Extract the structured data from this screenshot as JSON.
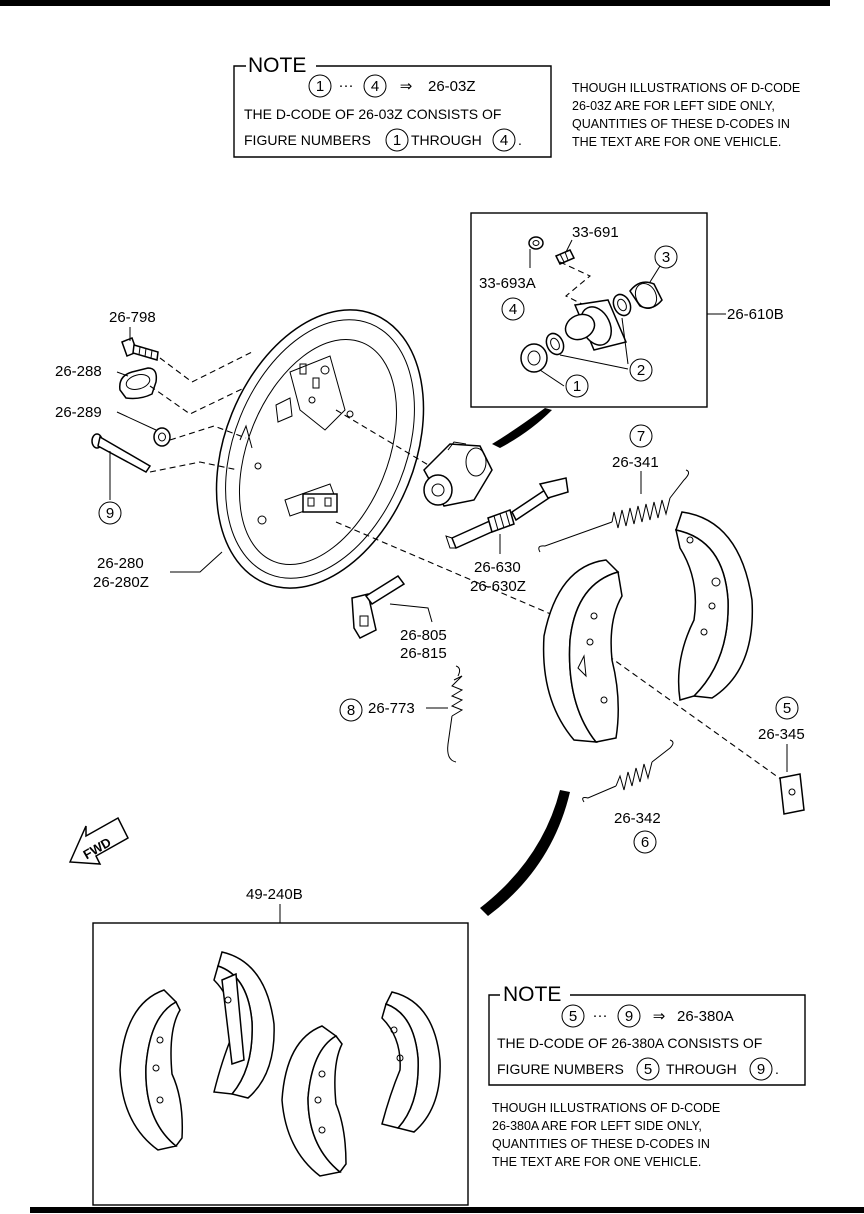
{
  "note_top": {
    "title": "NOTE",
    "range_from": "1",
    "dots": "···",
    "range_to": "4",
    "arrow": "⇒",
    "code": "26-03Z",
    "line2": "THE D-CODE OF  26-03Z  CONSISTS OF",
    "line3_a": "FIGURE NUMBERS",
    "line3_n1": "1",
    "line3_b": "THROUGH",
    "line3_n2": "4",
    "line3_end": "."
  },
  "side_note_top": [
    "THOUGH ILLUSTRATIONS OF D-CODE",
    "26-03Z ARE FOR LEFT SIDE ONLY,",
    "QUANTITIES OF THESE D-CODES IN",
    "THE TEXT ARE FOR ONE VEHICLE."
  ],
  "note_bottom": {
    "title": "NOTE",
    "range_from": "5",
    "dots": "···",
    "range_to": "9",
    "arrow": "⇒",
    "code": "26-380A",
    "line2": "THE D-CODE OF 26-380A CONSISTS OF",
    "line3_a": "FIGURE NUMBERS",
    "line3_n1": "5",
    "line3_b": "THROUGH",
    "line3_n2": "9",
    "line3_end": "."
  },
  "side_note_bottom": [
    "THOUGH ILLUSTRATIONS OF D-CODE",
    "26-380A ARE FOR LEFT SIDE ONLY,",
    "QUANTITIES OF THESE D-CODES IN",
    "THE TEXT ARE FOR ONE VEHICLE."
  ],
  "parts": {
    "p_33_691": "33-691",
    "p_33_693a": "33-693A",
    "p_26_610b": "26-610B",
    "p_26_798": "26-798",
    "p_26_288": "26-288",
    "p_26_289": "26-289",
    "p_26_280": "26-280",
    "p_26_280z": "26-280Z",
    "p_26_341": "26-341",
    "p_26_630": "26-630",
    "p_26_630z": "26-630Z",
    "p_26_805": "26-805",
    "p_26_815": "26-815",
    "p_26_773": "26-773",
    "p_26_345": "26-345",
    "p_26_342": "26-342",
    "p_49_240b": "49-240B"
  },
  "callouts": {
    "c1": "1",
    "c2": "2",
    "c3": "3",
    "c4": "4",
    "c5": "5",
    "c6": "6",
    "c7": "7",
    "c8": "8",
    "c9": "9"
  },
  "fwd_label": "FWD"
}
